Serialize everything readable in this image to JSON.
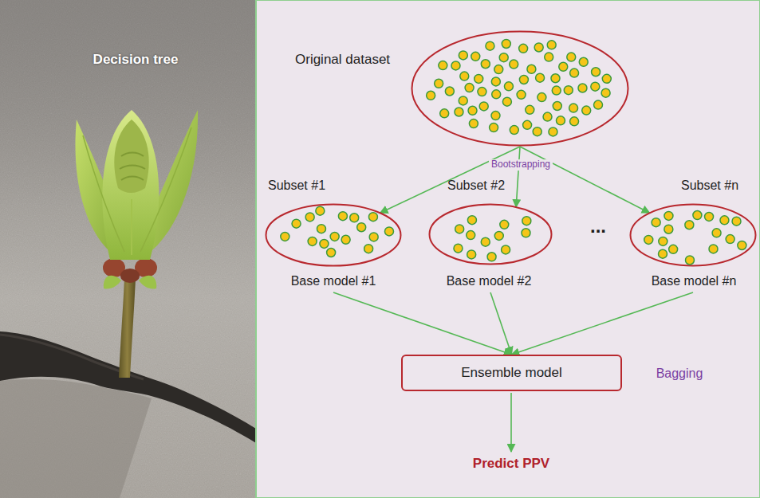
{
  "diagram": {
    "nodes": [
      {
        "text": [
          "Original dataset"
        ]
      },
      {
        "text": [
          "Subset #1",
          "Base model #1"
        ]
      },
      {
        "text": [
          "Subset #2",
          "Base model #2"
        ]
      },
      {
        "text": [
          "Subset #n",
          "Base model #n"
        ]
      },
      {
        "text": [
          "Ensemble model"
        ]
      }
    ],
    "edges": [
      {
        "from": 0,
        "to": 1,
        "arrow": "to"
      },
      {
        "from": 0,
        "to": 2,
        "arrow": "to"
      },
      {
        "from": 0,
        "to": 3,
        "arrow": "to"
      },
      {
        "from": 1,
        "to": 4,
        "arrow": "to"
      },
      {
        "from": 2,
        "to": 4,
        "arrow": "to"
      },
      {
        "from": 3,
        "to": 4,
        "arrow": "to"
      }
    ],
    "labels": [
      "Decision tree",
      "Bootstrapping",
      "...",
      "Bagging",
      "Predict PPV"
    ]
  }
}
